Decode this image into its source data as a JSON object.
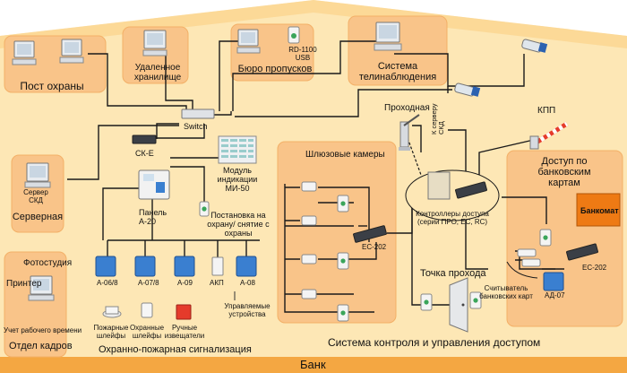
{
  "colors": {
    "background": "#fde7b5",
    "roof_band": "#fbd38a",
    "zone_fill": "#f9c489",
    "zone_border": "#f3b067",
    "bottom_band": "#f4a742",
    "line": "#1a1a1a",
    "module_blue": "#3a7fd0",
    "bankomat": "#ee7a14"
  },
  "icons": {
    "computer": "computer-icon",
    "switch": "network-switch-icon",
    "camera": "cctv-camera-icon",
    "turnstile": "turnstile-icon",
    "barrier": "barrier-gate-icon",
    "reader": "card-reader-icon",
    "controller": "controller-icon",
    "door": "door-icon",
    "detector": "detector-icon"
  },
  "labels": {
    "post": "Пост охраны",
    "remote_storage": "Удаленное хранилище",
    "pass_bureau": "Бюро пропусков",
    "rd_usb": "RD-1100 USB",
    "cctv_system": "Система телинаблюдения",
    "switch": "Switch",
    "ske": "СК-Е",
    "module": "Модуль индикации МИ-50",
    "panel": "Панель А-20",
    "arm": "Постановка на охрану/ снятие с охраны",
    "server": "Сервер СКД",
    "server_room": "Серверная",
    "airlock": "Шлюзовые камеры",
    "ec202_left": "ЕС-202",
    "controllers": "Контроллеры доступа (серии ПРО, ЕС, RC)",
    "to_server": "К серверу СКД",
    "turnstile": "Проходная",
    "kpp": "КПП",
    "bank_access": "Доступ по банковским картам",
    "bankomat": "Банкомат",
    "ec202_right": "ЕС-202",
    "ad07": "АД-07",
    "reader": "Считыватель банковских карт",
    "pass_point": "Точка прохода",
    "a068": "А-06/8",
    "a078": "А-07/8",
    "a09": "А-09",
    "akp": "АКП",
    "a08": "А-08",
    "fire_loops": "Пожарные шлейфы",
    "security_loops": "Охранные шлейфы",
    "manual": "Ручные извещатели",
    "managed": "Управляемые устройства",
    "fire_alarm": "Охранно-пожарная сигнализация",
    "access_system": "Система контроля и управления доступом",
    "photo_studio": "Фотостудия",
    "printer": "Принтер",
    "work_time": "Учет рабочего времени",
    "hr": "Отдел кадров",
    "bank": "Банк"
  }
}
